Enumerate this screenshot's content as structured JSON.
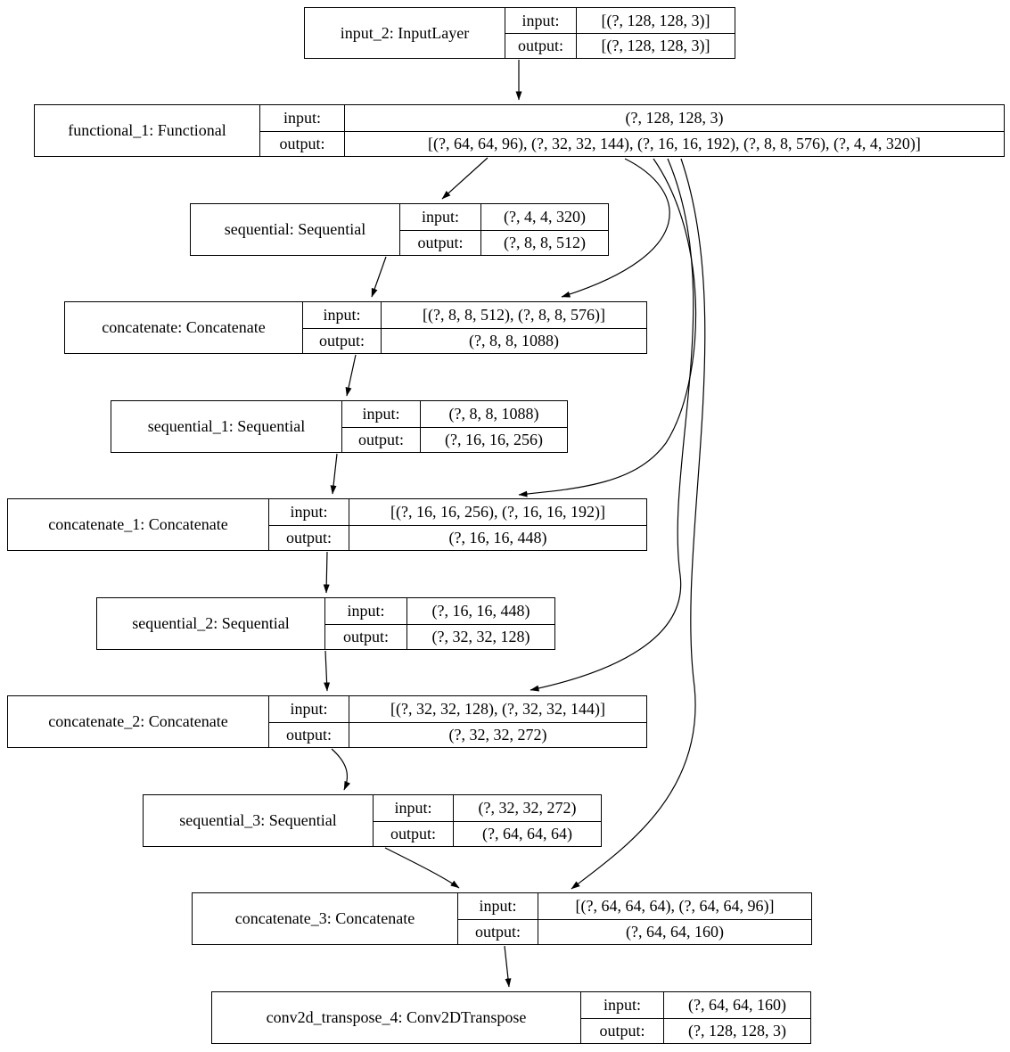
{
  "diagram": {
    "type": "keras-model-graph",
    "row_labels": {
      "input": "input:",
      "output": "output:"
    },
    "colors": {
      "stroke": "#000000",
      "background": "#ffffff"
    },
    "nodes": [
      {
        "id": "input_2",
        "label": "input_2: InputLayer",
        "input": "[(?, 128, 128, 3)]",
        "output": "[(?, 128, 128, 3)]"
      },
      {
        "id": "functional_1",
        "label": "functional_1: Functional",
        "input": "(?, 128, 128, 3)",
        "output": "[(?, 64, 64, 96), (?, 32, 32, 144), (?, 16, 16, 192), (?, 8, 8, 576), (?, 4, 4, 320)]"
      },
      {
        "id": "sequential",
        "label": "sequential: Sequential",
        "input": "(?, 4, 4, 320)",
        "output": "(?, 8, 8, 512)"
      },
      {
        "id": "concatenate",
        "label": "concatenate: Concatenate",
        "input": "[(?, 8, 8, 512), (?, 8, 8, 576)]",
        "output": "(?, 8, 8, 1088)"
      },
      {
        "id": "sequential_1",
        "label": "sequential_1: Sequential",
        "input": "(?, 8, 8, 1088)",
        "output": "(?, 16, 16, 256)"
      },
      {
        "id": "concatenate_1",
        "label": "concatenate_1: Concatenate",
        "input": "[(?, 16, 16, 256), (?, 16, 16, 192)]",
        "output": "(?, 16, 16, 448)"
      },
      {
        "id": "sequential_2",
        "label": "sequential_2: Sequential",
        "input": "(?, 16, 16, 448)",
        "output": "(?, 32, 32, 128)"
      },
      {
        "id": "concatenate_2",
        "label": "concatenate_2: Concatenate",
        "input": "[(?, 32, 32, 128), (?, 32, 32, 144)]",
        "output": "(?, 32, 32, 272)"
      },
      {
        "id": "sequential_3",
        "label": "sequential_3: Sequential",
        "input": "(?, 32, 32, 272)",
        "output": "(?, 64, 64, 64)"
      },
      {
        "id": "concatenate_3",
        "label": "concatenate_3: Concatenate",
        "input": "[(?, 64, 64, 64), (?, 64, 64, 96)]",
        "output": "(?, 64, 64, 160)"
      },
      {
        "id": "conv2d_transpose_4",
        "label": "conv2d_transpose_4: Conv2DTranspose",
        "input": "(?, 64, 64, 160)",
        "output": "(?, 128, 128, 3)"
      }
    ],
    "edges": [
      {
        "from": "input_2",
        "to": "functional_1"
      },
      {
        "from": "functional_1",
        "to": "sequential"
      },
      {
        "from": "sequential",
        "to": "concatenate"
      },
      {
        "from": "concatenate",
        "to": "sequential_1"
      },
      {
        "from": "sequential_1",
        "to": "concatenate_1"
      },
      {
        "from": "concatenate_1",
        "to": "sequential_2"
      },
      {
        "from": "sequential_2",
        "to": "concatenate_2"
      },
      {
        "from": "concatenate_2",
        "to": "sequential_3"
      },
      {
        "from": "sequential_3",
        "to": "concatenate_3"
      },
      {
        "from": "concatenate_3",
        "to": "conv2d_transpose_4"
      },
      {
        "from": "functional_1",
        "to": "concatenate"
      },
      {
        "from": "functional_1",
        "to": "concatenate_1"
      },
      {
        "from": "functional_1",
        "to": "concatenate_2"
      },
      {
        "from": "functional_1",
        "to": "concatenate_3"
      }
    ]
  }
}
